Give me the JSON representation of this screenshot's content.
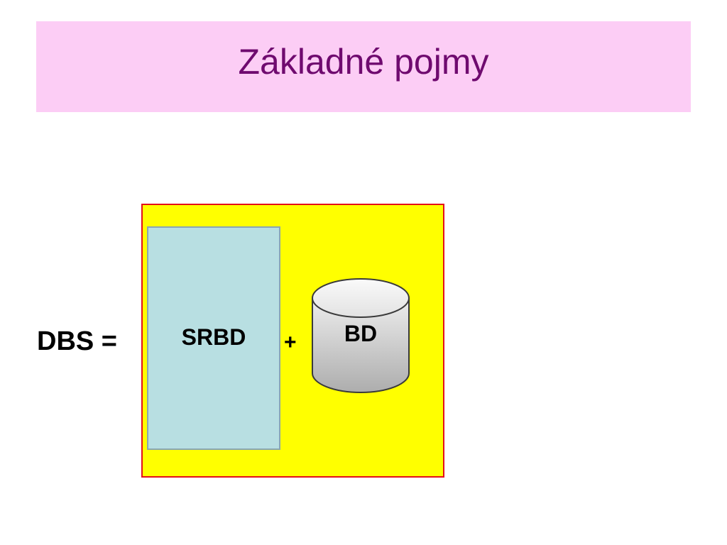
{
  "slide": {
    "title": "Základné pojmy"
  },
  "diagram": {
    "dbs_label": "DBS =",
    "srbd_label": "SRBD",
    "plus_label": "+",
    "bd_label": "BD"
  },
  "colors": {
    "title_background": "#fccdf5",
    "title_text": "#6f0a6f",
    "container_fill": "#ffff00",
    "container_border": "#e3101a",
    "srbd_fill": "#b8dfe2",
    "cylinder_fill": "#d0d0d0"
  }
}
